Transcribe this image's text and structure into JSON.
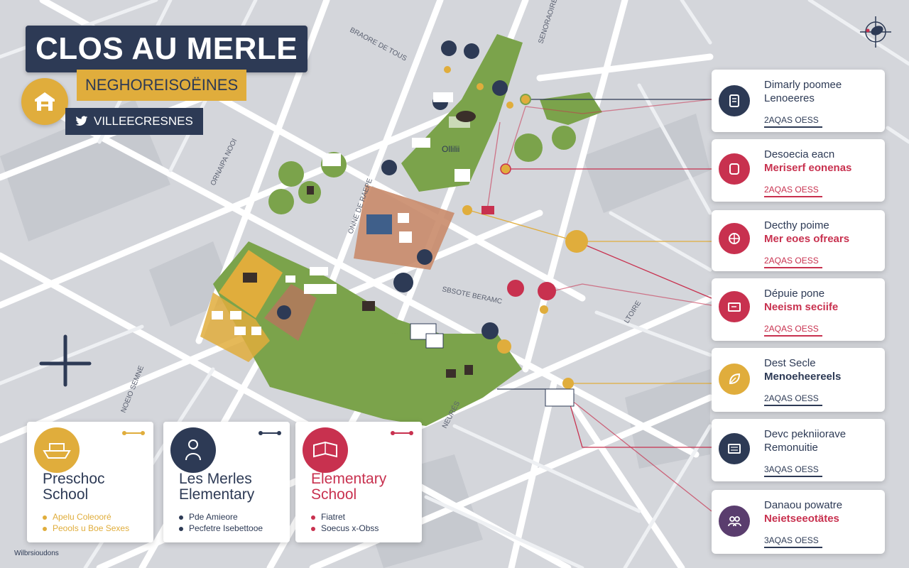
{
  "header": {
    "title": "CLOS AU MERLE",
    "subtitle": "NEGHOREISOËINES",
    "twitter_handle": "VILLEECRESNES",
    "logo_icon": "house-icon",
    "twitter_icon": "twitter-bird-icon"
  },
  "colors": {
    "navy": "#2d3a55",
    "gold": "#e0ad3c",
    "crimson": "#c8314f",
    "park": "#7ba34b",
    "purple": "#5a3d6e",
    "map_bg": "#d4d6db"
  },
  "legend": [
    {
      "line1": "Dimarly poomee",
      "line2": "Lenoeeres",
      "line3": "2AQAS OESS",
      "color": "#2d3a55",
      "icon": "document-icon"
    },
    {
      "line1": "Desoecia eacn",
      "line2": "Meriserf eonenas",
      "line3": "2AQAS OESS",
      "color": "#c8314f",
      "icon": "tablet-icon"
    },
    {
      "line1": "Decthy poime",
      "line2": "Mer eoes ofrears",
      "line3": "2AQAS OESS",
      "color": "#c8314f",
      "icon": "grid-icon"
    },
    {
      "line1": "Dépuie pone",
      "line2": "Neeism seciife",
      "line3": "2AQAS OESS",
      "color": "#c8314f",
      "icon": "card-icon"
    },
    {
      "line1": "Dest Secle",
      "line2": "Menoeheereels",
      "line3": "2AQAS OESS",
      "color": "#e0ad3c",
      "icon": "leaf-icon"
    },
    {
      "line1": "Devc pekniiorave",
      "line2": "Remonuitie",
      "line3": "3AQAS OESS",
      "color": "#2d3a55",
      "icon": "board-icon"
    },
    {
      "line1": "Danaou powatre",
      "line2": "Neietseeotätes",
      "line3": "3AQAS OESS",
      "color": "#5a3d6e",
      "icon": "people-icon"
    }
  ],
  "schools": [
    {
      "name_line1": "Preschoc",
      "name_line2": "School",
      "item1": "Apelu Coleooré",
      "item2": "Peools u Boe Sexes",
      "color": "#e0ad3c",
      "icon": "boat-icon"
    },
    {
      "name_line1": "Les Merles",
      "name_line2": "Elementary",
      "item1": "Pde Amieore",
      "item2": "Pecfetre Isebettooe",
      "color": "#2d3a55",
      "icon": "child-icon"
    },
    {
      "name_line1": "Elementary",
      "name_line2": "School",
      "item1": "Fiatret",
      "item2": "Soecus x-Obss",
      "color": "#c8314f",
      "icon": "book-icon"
    }
  ],
  "map_labels": {
    "cluster_label": "Ollilii",
    "street_1": "BRAORE DE TOUS",
    "street_2": "SENORAOIRESUO",
    "street_3": "ORNAIPA NOOI",
    "street_4": "ONNE DE RAEPE",
    "street_5": "SBSOTE BERAMC",
    "street_6": "NOEIO SEMNE",
    "street_7": "NEURÉS",
    "street_8": "LTOIRE"
  },
  "footer": {
    "text": "Wilbrsioudons"
  }
}
